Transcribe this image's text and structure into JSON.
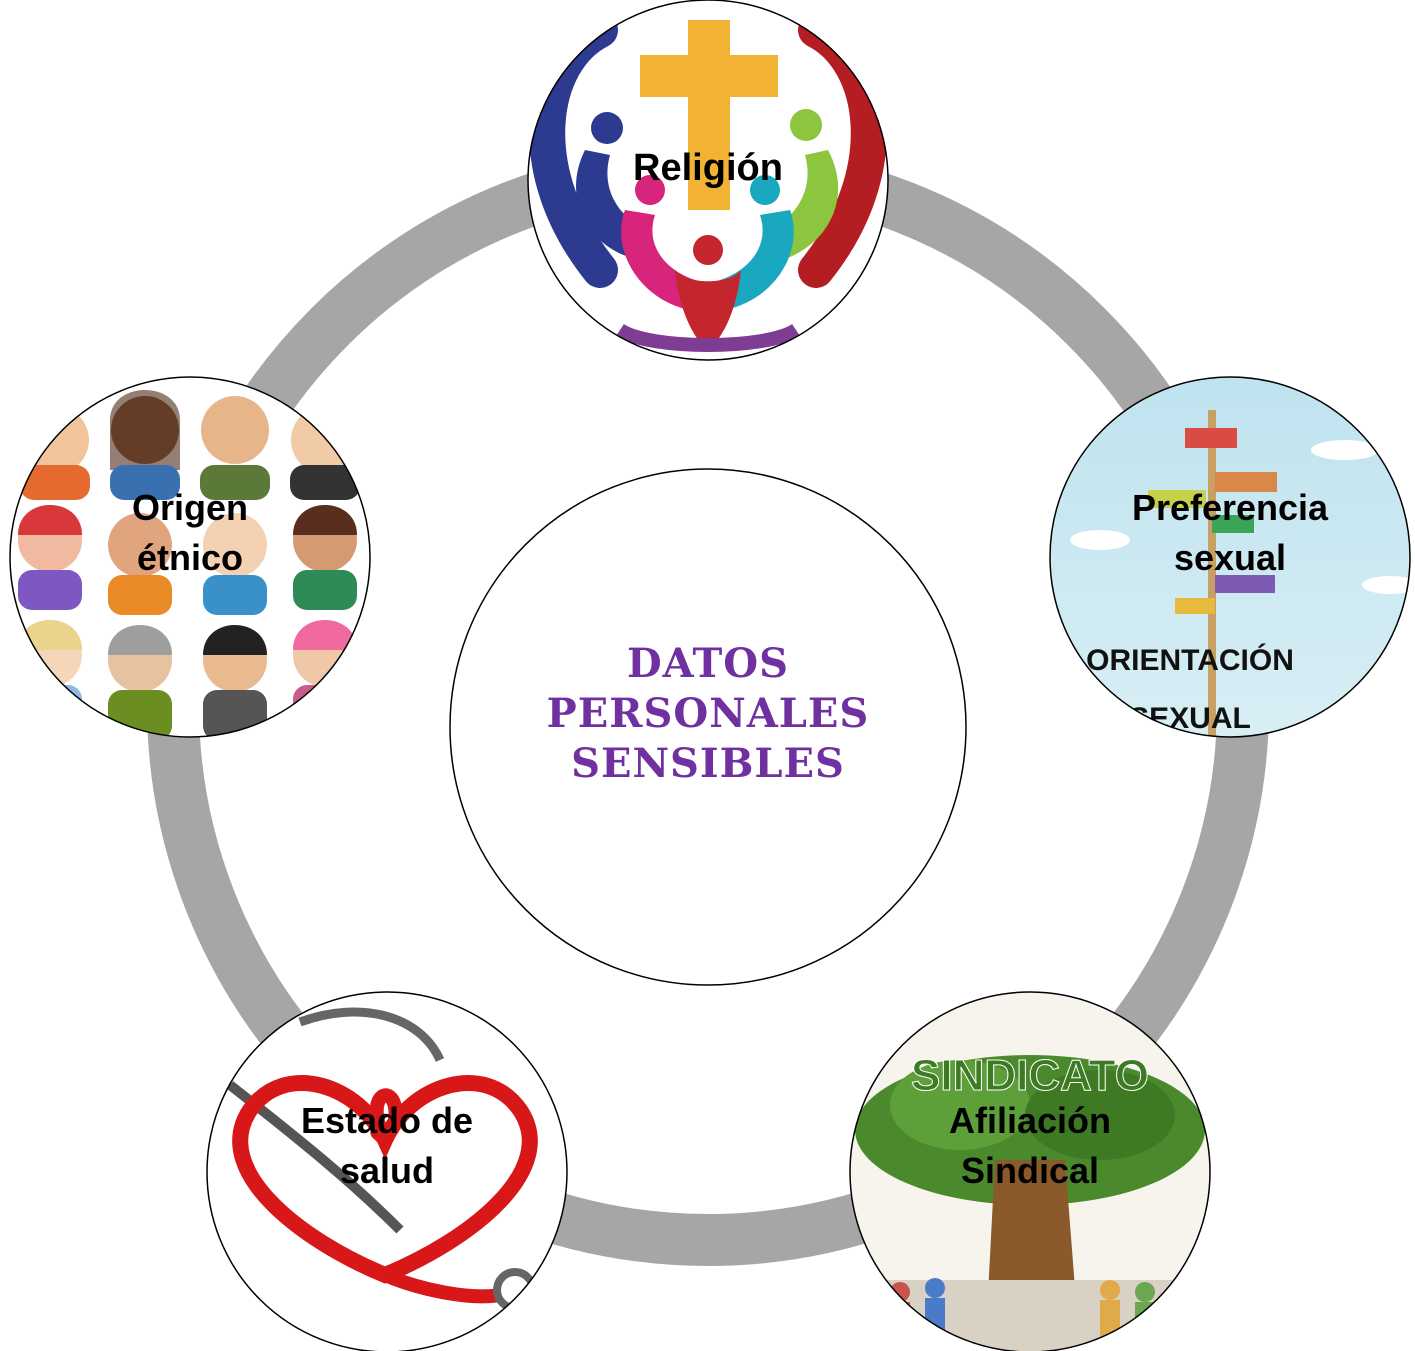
{
  "diagram": {
    "center": {
      "lines": [
        "DATOS",
        "PERSONALES",
        "SENSIBLES"
      ],
      "color": "#7030A0"
    },
    "ring_color": "#A6A6A6",
    "nodes": [
      {
        "id": "religion",
        "lines": [
          "Religión"
        ]
      },
      {
        "id": "preferencia",
        "lines": [
          "Preferencia",
          "sexual"
        ],
        "image_text": [
          "ORIENTACIÓN",
          "SEXUAL"
        ]
      },
      {
        "id": "sindical",
        "lines": [
          "Afiliación",
          "Sindical"
        ],
        "image_text": [
          "SINDICATO"
        ]
      },
      {
        "id": "salud",
        "lines": [
          "Estado de",
          "salud"
        ]
      },
      {
        "id": "etnico",
        "lines": [
          "Origen",
          "étnico"
        ]
      }
    ]
  }
}
